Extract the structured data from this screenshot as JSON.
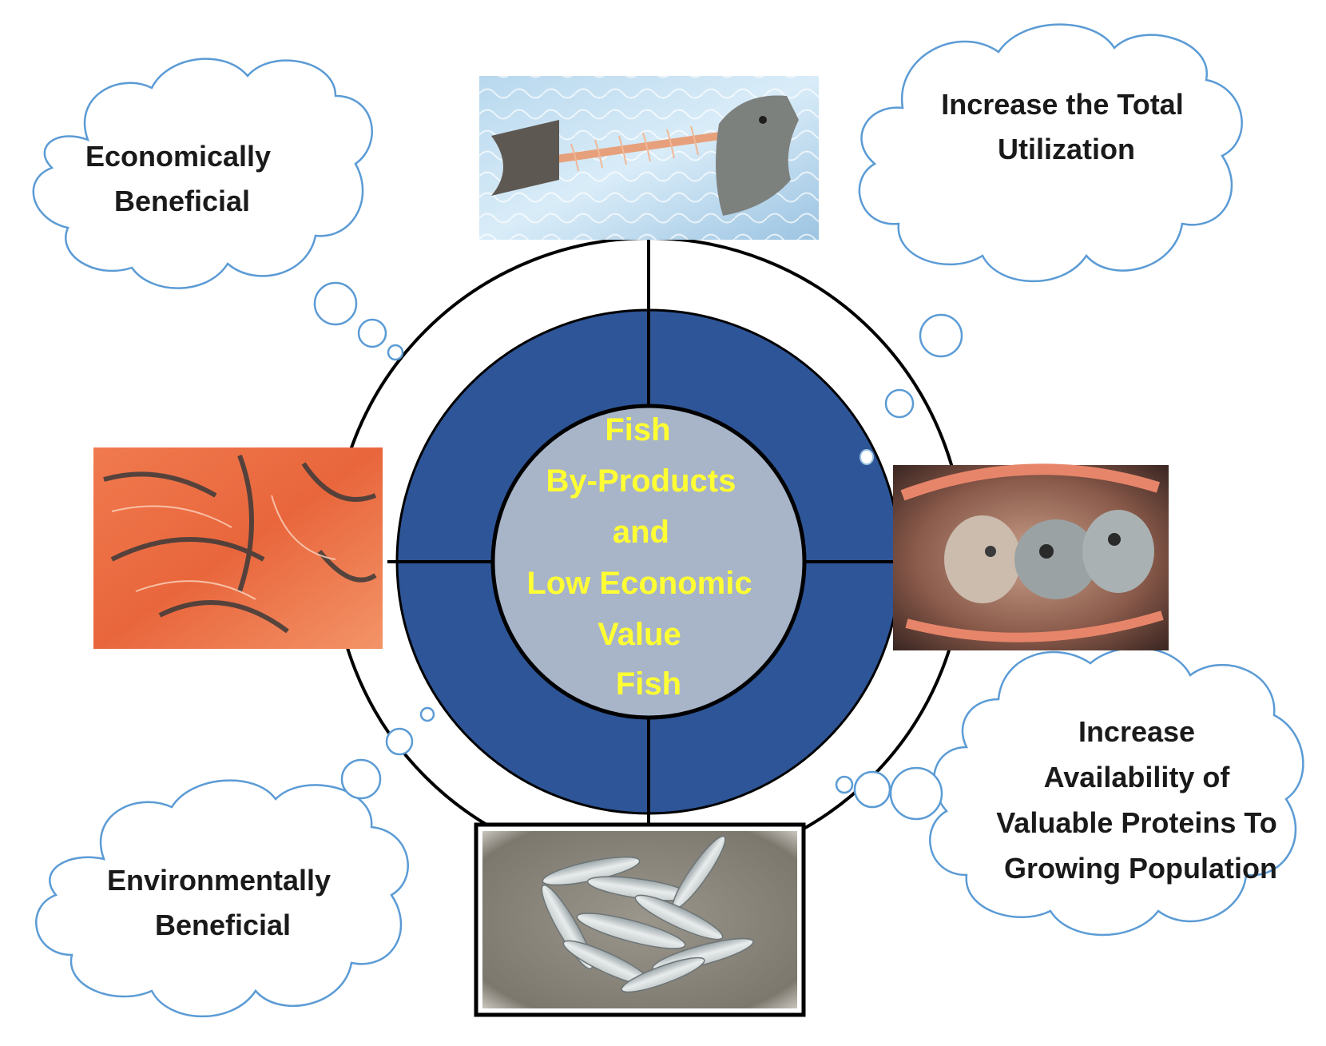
{
  "center": {
    "lines": [
      "Fish",
      "By-Products",
      "and",
      "Low Economic",
      "Value",
      "Fish"
    ],
    "text_color": "#FFFF33",
    "inner_fill": "#A8B4C8",
    "ring_fill": "#2E5597"
  },
  "clouds": {
    "top_left": {
      "lines": [
        "Economically",
        "Beneficial"
      ]
    },
    "top_right": {
      "lines": [
        "Increase the Total",
        "Utilization"
      ]
    },
    "bottom_left": {
      "lines": [
        "Environmentally",
        "Beneficial"
      ]
    },
    "bottom_right": {
      "lines": [
        "Increase",
        "Availability of",
        "Valuable Proteins To",
        "Growing Population"
      ]
    },
    "outline_color": "#5B9BD5",
    "text_color": "#1a1a1a"
  },
  "photos": {
    "top": "salmon-frame-photo",
    "left": "salmon-skin-photo",
    "right": "salmon-heads-photo",
    "bottom": "small-fish-photo"
  }
}
